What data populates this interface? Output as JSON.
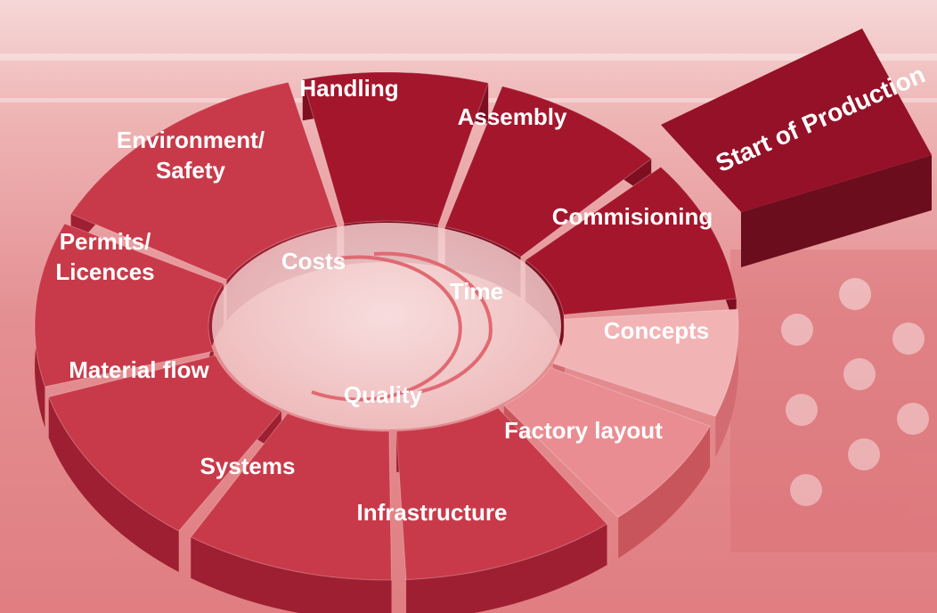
{
  "diagram": {
    "ring_segments": [
      {
        "id": "handling",
        "lines": [
          "Handling"
        ]
      },
      {
        "id": "assembly",
        "lines": [
          "Assembly"
        ]
      },
      {
        "id": "commissioning",
        "lines": [
          "Commisioning"
        ]
      },
      {
        "id": "concepts",
        "lines": [
          "Concepts"
        ]
      },
      {
        "id": "factory-layout",
        "lines": [
          "Factory layout"
        ]
      },
      {
        "id": "infrastructure",
        "lines": [
          "Infrastructure"
        ]
      },
      {
        "id": "systems",
        "lines": [
          "Systems"
        ]
      },
      {
        "id": "material-flow",
        "lines": [
          "Material flow"
        ]
      },
      {
        "id": "permits-licences",
        "lines": [
          "Permits/",
          "Licences"
        ]
      },
      {
        "id": "environment-safety",
        "lines": [
          "Environment/",
          "Safety"
        ]
      }
    ],
    "start_box": {
      "label": "Start of Production"
    },
    "inner_cycle": {
      "items": [
        "Costs",
        "Time",
        "Quality"
      ]
    }
  },
  "colors": {
    "dark": "#a4162c",
    "mid": "#c83a4a",
    "light": "#ea8d92",
    "lighter": "#f2b3b5",
    "text": "#ffffff",
    "inner_circle": "#f7dada"
  }
}
